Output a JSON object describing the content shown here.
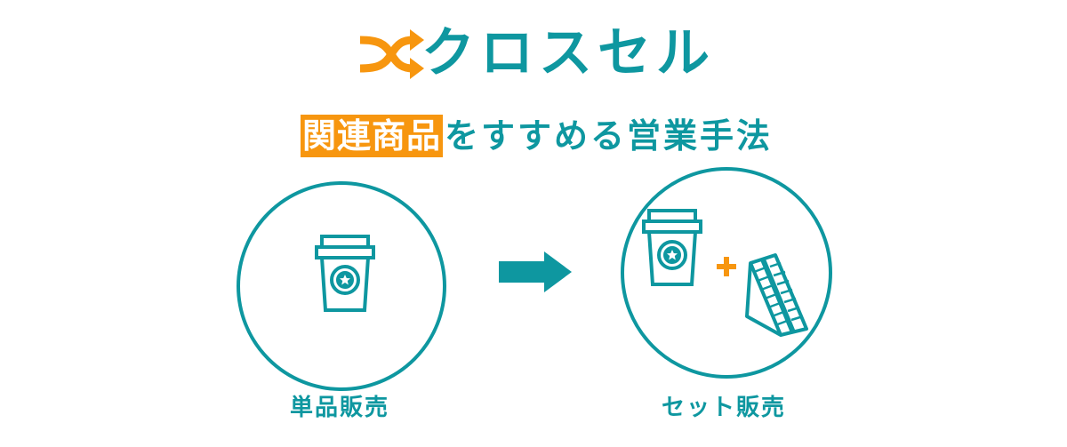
{
  "colors": {
    "teal": "#0e97a0",
    "orange": "#f7960f",
    "background": "#ffffff"
  },
  "logo": {
    "icon": "shuffle-arrows-icon",
    "text": "クロスセル"
  },
  "subtitle": {
    "highlight": "関連商品",
    "rest": "をすすめる営業手法"
  },
  "diagram": {
    "left": {
      "icon": "coffee-cup-icon",
      "label": "単品販売"
    },
    "arrow": "right-arrow-icon",
    "right": {
      "icons": [
        "coffee-cup-icon",
        "plus-icon",
        "sandwich-icon"
      ],
      "label": "セット販売"
    }
  }
}
